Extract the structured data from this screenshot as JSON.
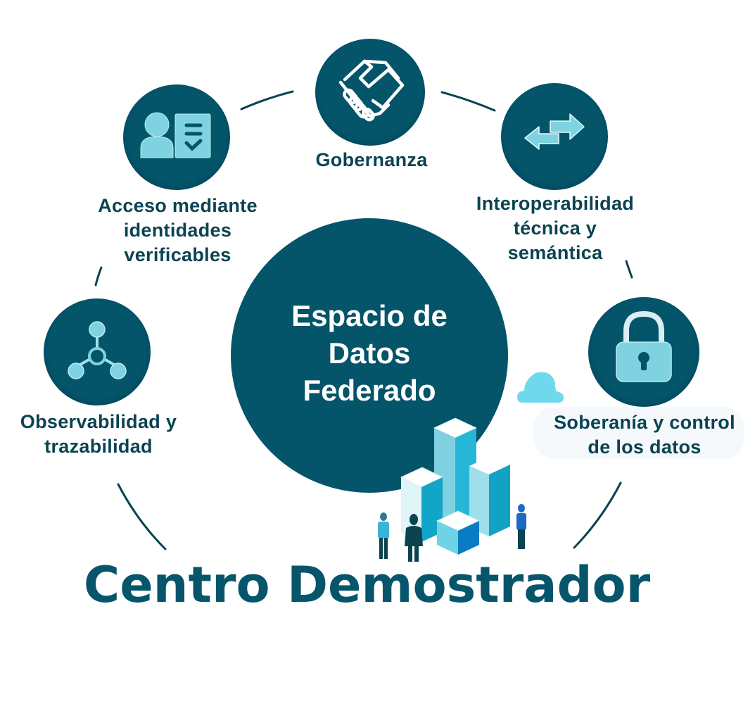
{
  "diagram": {
    "center": {
      "label": "Espacio de\nDatos\nFederado"
    },
    "nodes": [
      {
        "id": "gobernanza",
        "label": "Gobernanza",
        "icon": "handshake-icon"
      },
      {
        "id": "interoperabilidad",
        "label": "Interoperabilidad\ntécnica y\nsemántica",
        "icon": "exchange-arrows-icon"
      },
      {
        "id": "soberania",
        "label": "Soberanía y control\nde los datos",
        "icon": "padlock-icon"
      },
      {
        "id": "observabilidad",
        "label": "Observabilidad y\ntrazabilidad",
        "icon": "network-nodes-icon"
      },
      {
        "id": "acceso",
        "label": "Acceso mediante\nidentidades\nverificables",
        "icon": "user-credential-icon"
      }
    ],
    "illustration": {
      "icon": "data-buildings-people-icon",
      "extra_icon": "cloud-icon"
    }
  },
  "footer": {
    "title": "Centro Demostrador"
  },
  "colors": {
    "primary": "#04546a",
    "text": "#0b4351",
    "icon_fill": "#7fd3e0",
    "accent_light": "#6fd8ec",
    "bar_blue": "#1aa7c9",
    "person_blue": "#1b6bc0"
  }
}
